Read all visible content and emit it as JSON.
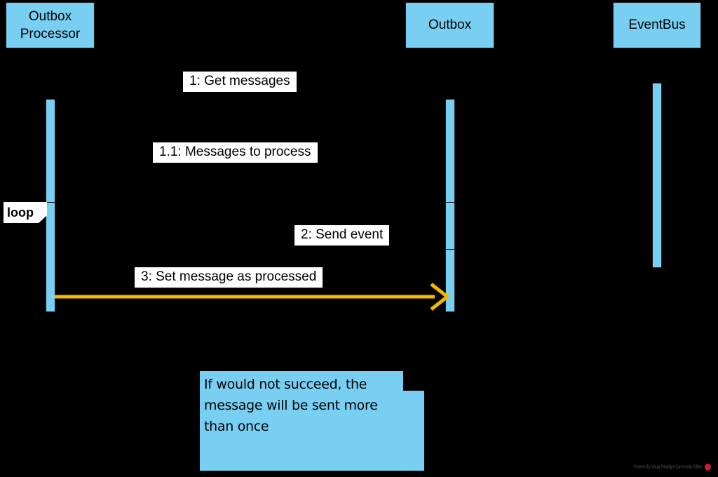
{
  "diagram": {
    "type": "uml-sequence-diagram",
    "background_color": "#000000",
    "accent_blue": "#79CFF2",
    "arrow_color": "#F5B800",
    "label_background": "#FFFFFF",
    "text_color": "#000000"
  },
  "participants": [
    {
      "id": "outbox-processor",
      "label": "Outbox\nProcessor"
    },
    {
      "id": "outbox",
      "label": "Outbox"
    },
    {
      "id": "eventbus",
      "label": "EventBus"
    }
  ],
  "fragments": [
    {
      "id": "loop",
      "label": "loop"
    }
  ],
  "messages": [
    {
      "id": "m1",
      "label": "1: Get messages"
    },
    {
      "id": "m1_1",
      "label": "1.1: Messages to process"
    },
    {
      "id": "m2",
      "label": "2: Send event"
    },
    {
      "id": "m3",
      "label": "3: Set message as processed"
    }
  ],
  "note": {
    "text": "If would not succeed, the message will be sent more than once"
  },
  "watermark": {
    "text": "Powered by Visual Paradigm Community Edition"
  }
}
